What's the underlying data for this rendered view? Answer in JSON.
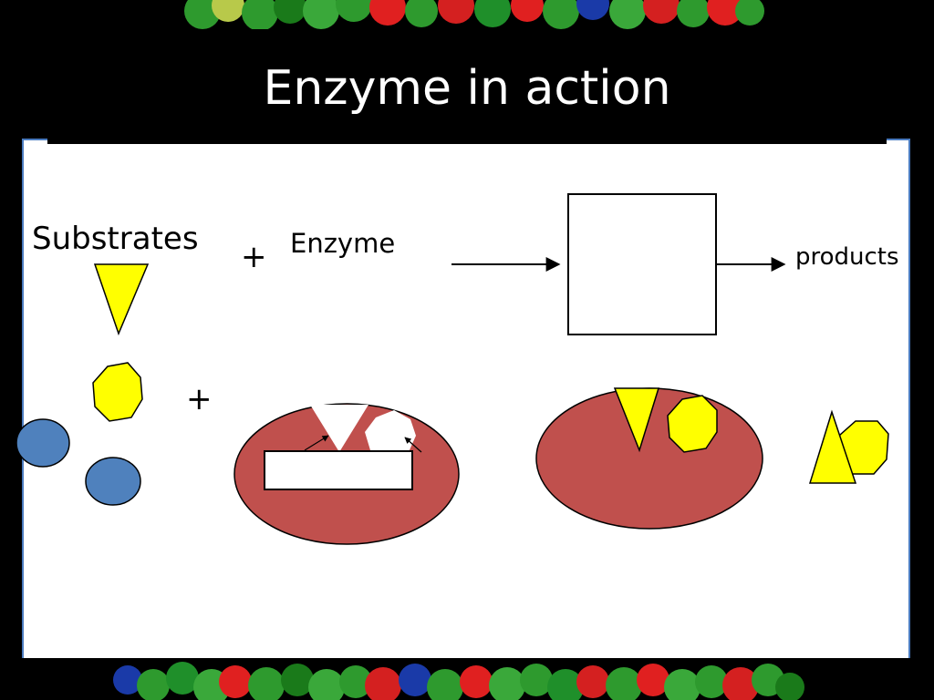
{
  "slide": {
    "title": "Enzyme in action"
  },
  "equation": {
    "substrates_label": "Substrates",
    "enzyme_label": "Enzyme",
    "products_label": "products",
    "plus_sign": "+"
  },
  "colors": {
    "substrate_yellow": "#ffff00",
    "enzyme_red": "#c0504d",
    "molecule_blue": "#4f81bd",
    "panel_border": "#4a7bbf",
    "background": "#000000"
  }
}
